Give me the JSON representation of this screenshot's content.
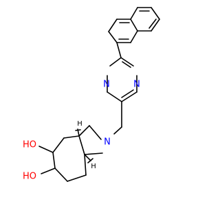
{
  "colors": {
    "bond": "#000000",
    "nitrogen": "#0000ff",
    "oxygen": "#ff0000",
    "carbon_h": "#000000",
    "background": "#ffffff"
  },
  "atoms": {
    "n_pyrimidine_left": "N",
    "n_pyrimidine_right": "N",
    "n_pyrrolidine": "N",
    "oh_upper": "HO",
    "oh_lower": "HO",
    "h_stereo_upper": "H",
    "h_stereo_lower": "H"
  }
}
